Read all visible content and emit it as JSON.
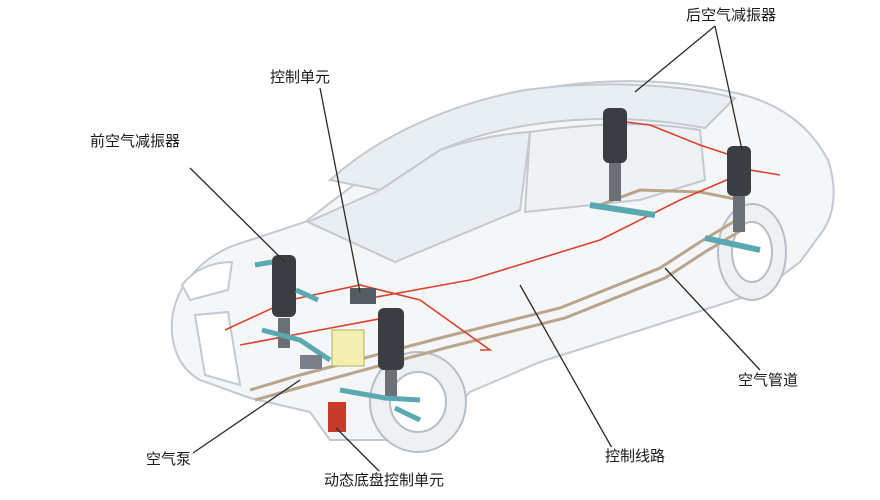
{
  "labels": {
    "rear_air_strut": "后空气减振器",
    "control_unit": "控制单元",
    "front_air_strut": "前空气减振器",
    "air_line": "空气管道",
    "air_pump": "空气泵",
    "control_wiring": "控制线路",
    "abc_control_unit": "动态底盘控制单元"
  },
  "colors": {
    "body_line": "#c3c9cf",
    "body_fill": "#f4f6f8",
    "glass": "#e9eef2",
    "wire_red": "#d9432e",
    "pipe_tan": "#b9a48d",
    "teal": "#5aa9b0",
    "strut_dark": "#3a3d42",
    "leader": "#2b2b2b"
  }
}
